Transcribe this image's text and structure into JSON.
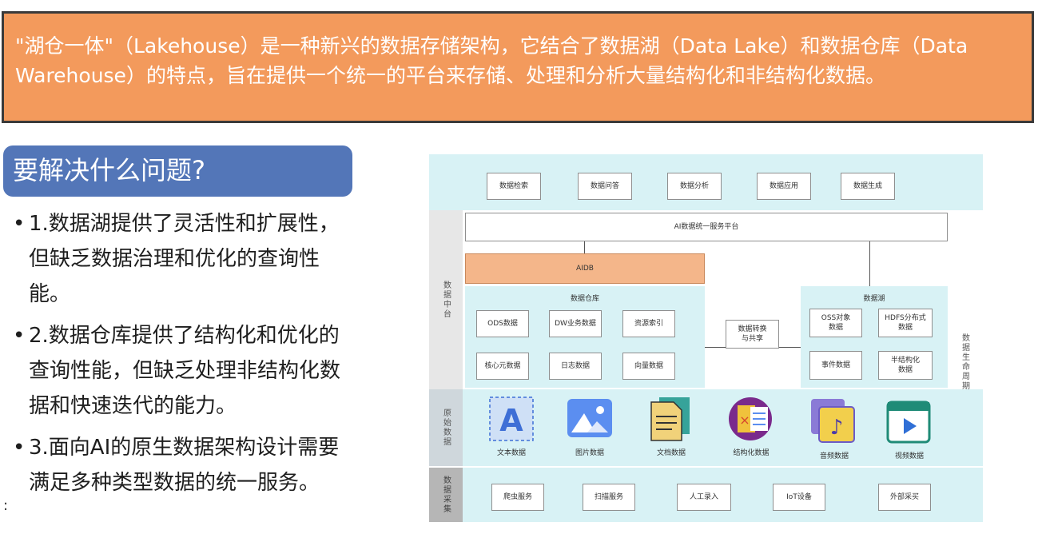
{
  "intro": "\"湖仓一体\"（Lakehouse）是一种新兴的数据存储架构，它结合了数据湖（Data Lake）和数据仓库（Data Warehouse）的特点，旨在提供一个统一的平台来存储、处理和分析大量结构化和非结构化数据。",
  "question_heading": "要解决什么问题?",
  "bullets": [
    "1.数据湖提供了灵活性和扩展性，但缺乏数据治理和优化的查询性能。",
    "2.数据仓库提供了结构化和优化的查询性能，但缺乏处理非结构化数据和快速迭代的能力。",
    "3.面向AI的原生数据架构设计需要满足多种类型数据的统一服务。"
  ],
  "colon": ":",
  "diagram": {
    "top_services": [
      "数据检索",
      "数据问答",
      "数据分析",
      "数据应用",
      "数据生成"
    ],
    "unified_platform": "AI数据统一服务平台",
    "aidb": "AIDB",
    "side_labels": {
      "platform": "数据中台",
      "raw": "原始数据",
      "collect": "数据采集",
      "lifecycle": "数据生命周期"
    },
    "warehouse": {
      "title": "数据仓库",
      "items": [
        "ODS数据",
        "DW业务数据",
        "资源索引",
        "核心元数据",
        "日志数据",
        "向量数据"
      ]
    },
    "exchange": "数据转换\n与共享",
    "lake": {
      "title": "数据湖",
      "items": [
        "OSS对象\n数据",
        "HDFS分布式\n数据",
        "事件数据",
        "半结构化\n数据"
      ]
    },
    "raw_types": [
      {
        "label": "文本数据",
        "icon": "text-file-icon"
      },
      {
        "label": "图片数据",
        "icon": "image-icon"
      },
      {
        "label": "文档数据",
        "icon": "document-icon"
      },
      {
        "label": "结构化数据",
        "icon": "spreadsheet-icon"
      },
      {
        "label": "音频数据",
        "icon": "audio-icon"
      },
      {
        "label": "视频数据",
        "icon": "video-icon"
      }
    ],
    "collection": [
      "爬虫服务",
      "扫描服务",
      "人工录入",
      "IoT设备",
      "外部采买"
    ]
  }
}
